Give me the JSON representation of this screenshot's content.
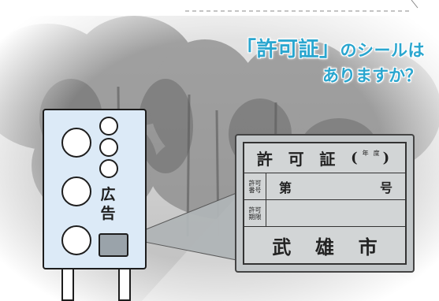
{
  "headline": {
    "line1_open_bracket": "「",
    "line1_keyword": "許可証",
    "line1_close_bracket": "」",
    "line1_rest": "のシールは",
    "line2": "ありますか？"
  },
  "signboard": {
    "label_char1": "広",
    "label_char2": "告"
  },
  "permit": {
    "title_char1": "許",
    "title_char2": "可",
    "title_char3": "証",
    "title_paren_open": "(",
    "title_year": "年",
    "title_degree": "度",
    "title_paren_close": ")",
    "number_label": "許可番号",
    "number_prefix": "第",
    "number_suffix": "号",
    "period_label": "許可期限",
    "city_char1": "武",
    "city_char2": "雄",
    "city_char3": "市"
  },
  "colors": {
    "headline": "#2aa6cf",
    "board": "#dceaf7",
    "sticker": "#c3c7c9"
  }
}
